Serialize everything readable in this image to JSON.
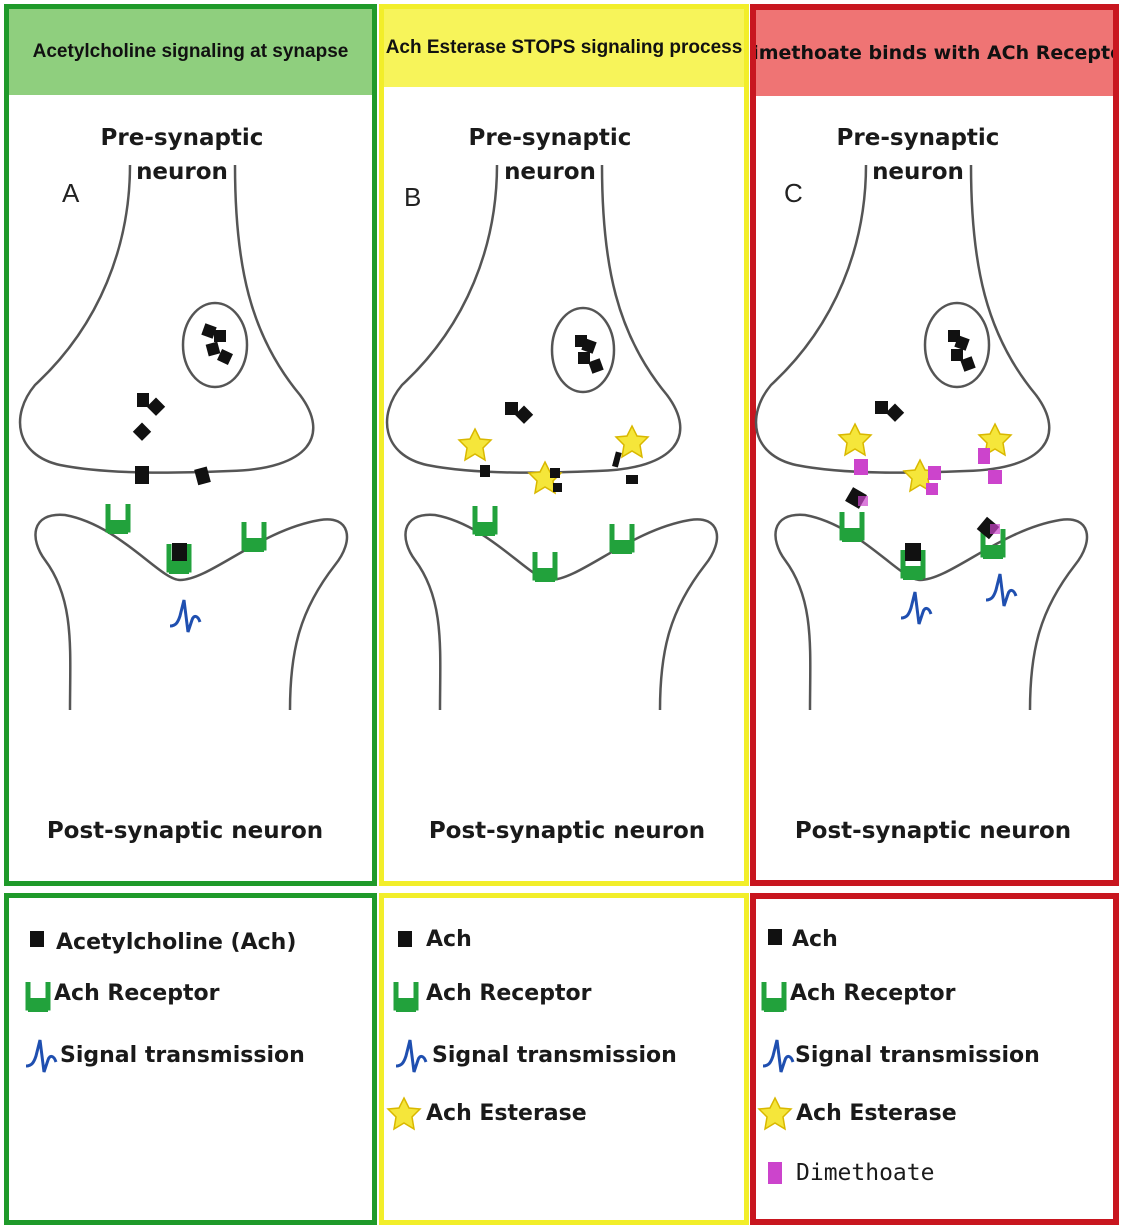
{
  "panels": [
    {
      "header": "Acetylcholine signaling at synapse",
      "letter": "A",
      "pre_label": "Pre-synaptic\nneuron",
      "post_label": "Post-synaptic neuron",
      "legend": [
        "Acetylcholine (Ach)",
        "Ach Receptor",
        "Signal transmission"
      ],
      "colors": {
        "border": "#1f9a2a",
        "header_bg": "#8fcf7e"
      }
    },
    {
      "header": "Ach Esterase STOPS signaling process",
      "letter": "B",
      "pre_label": "Pre-synaptic\nneuron",
      "post_label": "Post-synaptic neuron",
      "legend": [
        "Ach",
        "Ach Receptor",
        "Signal transmission",
        "Ach Esterase"
      ],
      "colors": {
        "border": "#f2ee2a",
        "header_bg": "#f7f45a"
      }
    },
    {
      "header": "Dimethoate binds with ACh Receptor",
      "letter": "C",
      "pre_label": "Pre-synaptic\nneuron",
      "post_label": "Post-synaptic neuron",
      "legend": [
        "Ach",
        "Ach Receptor",
        "Signal transmission",
        "Ach Esterase",
        "Dimethoate"
      ],
      "colors": {
        "border": "#c8161f",
        "header_bg": "#ef7474"
      }
    }
  ],
  "icons": {
    "ach": "black-square-icon",
    "receptor": "green-receptor-icon",
    "signal": "blue-spike-icon",
    "esterase": "yellow-star-icon",
    "dimethoate": "magenta-square-icon"
  },
  "palette": {
    "ach": "#111111",
    "receptor": "#22a23c",
    "signal": "#1f4fb0",
    "esterase": "#f5e63a",
    "dimethoate": "#cc44cc",
    "membrane": "#555555"
  }
}
